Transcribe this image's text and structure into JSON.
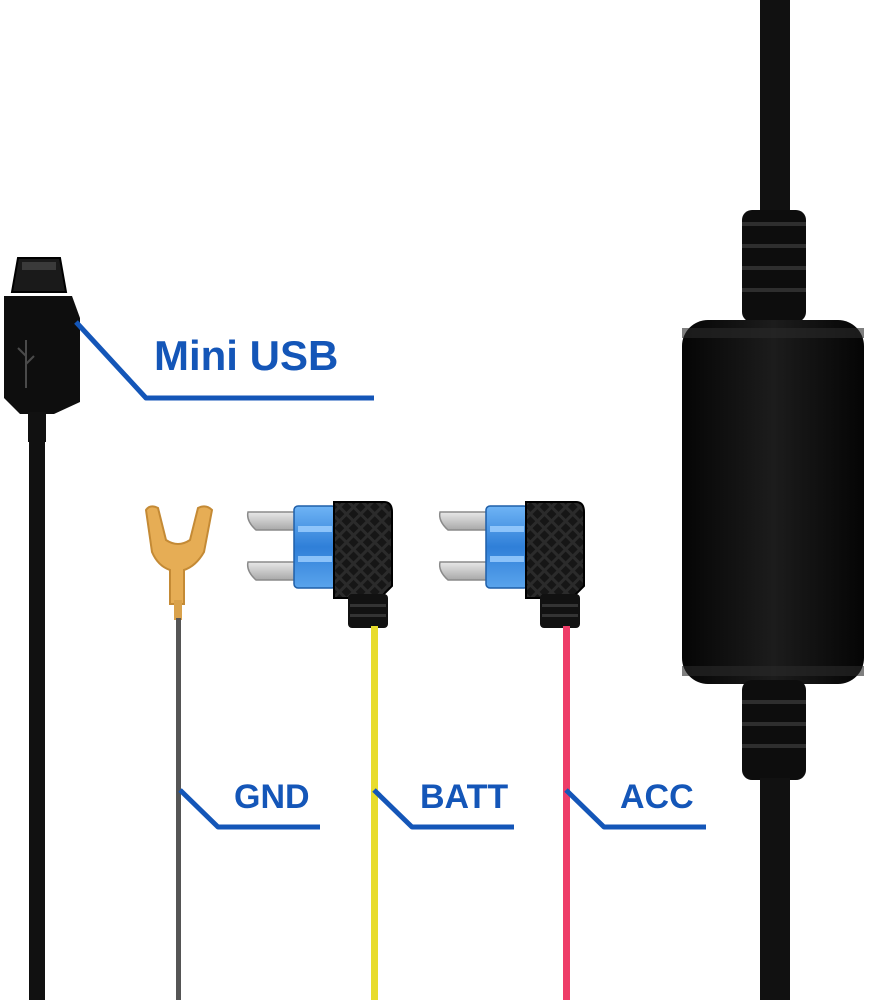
{
  "labels": {
    "mini_usb": "Mini USB",
    "gnd": "GND",
    "batt": "BATT",
    "acc": "ACC"
  },
  "colors": {
    "background": "#ffffff",
    "callout_blue": "#1456b8",
    "cable_black": "#111111",
    "gnd_wire": "#555555",
    "batt_wire": "#e8dc2c",
    "acc_wire": "#ee3d68",
    "fuse_blue": "#3f8fe0",
    "fuse_blade": "#c8c8c8",
    "spade_terminal": "#e6ad55"
  },
  "icons": {
    "connector": "mini-usb-plug-icon",
    "ground": "ring-spade-terminal-icon",
    "fuse": "add-a-circuit-fuse-tap-icon",
    "converter": "inline-power-converter-icon"
  }
}
